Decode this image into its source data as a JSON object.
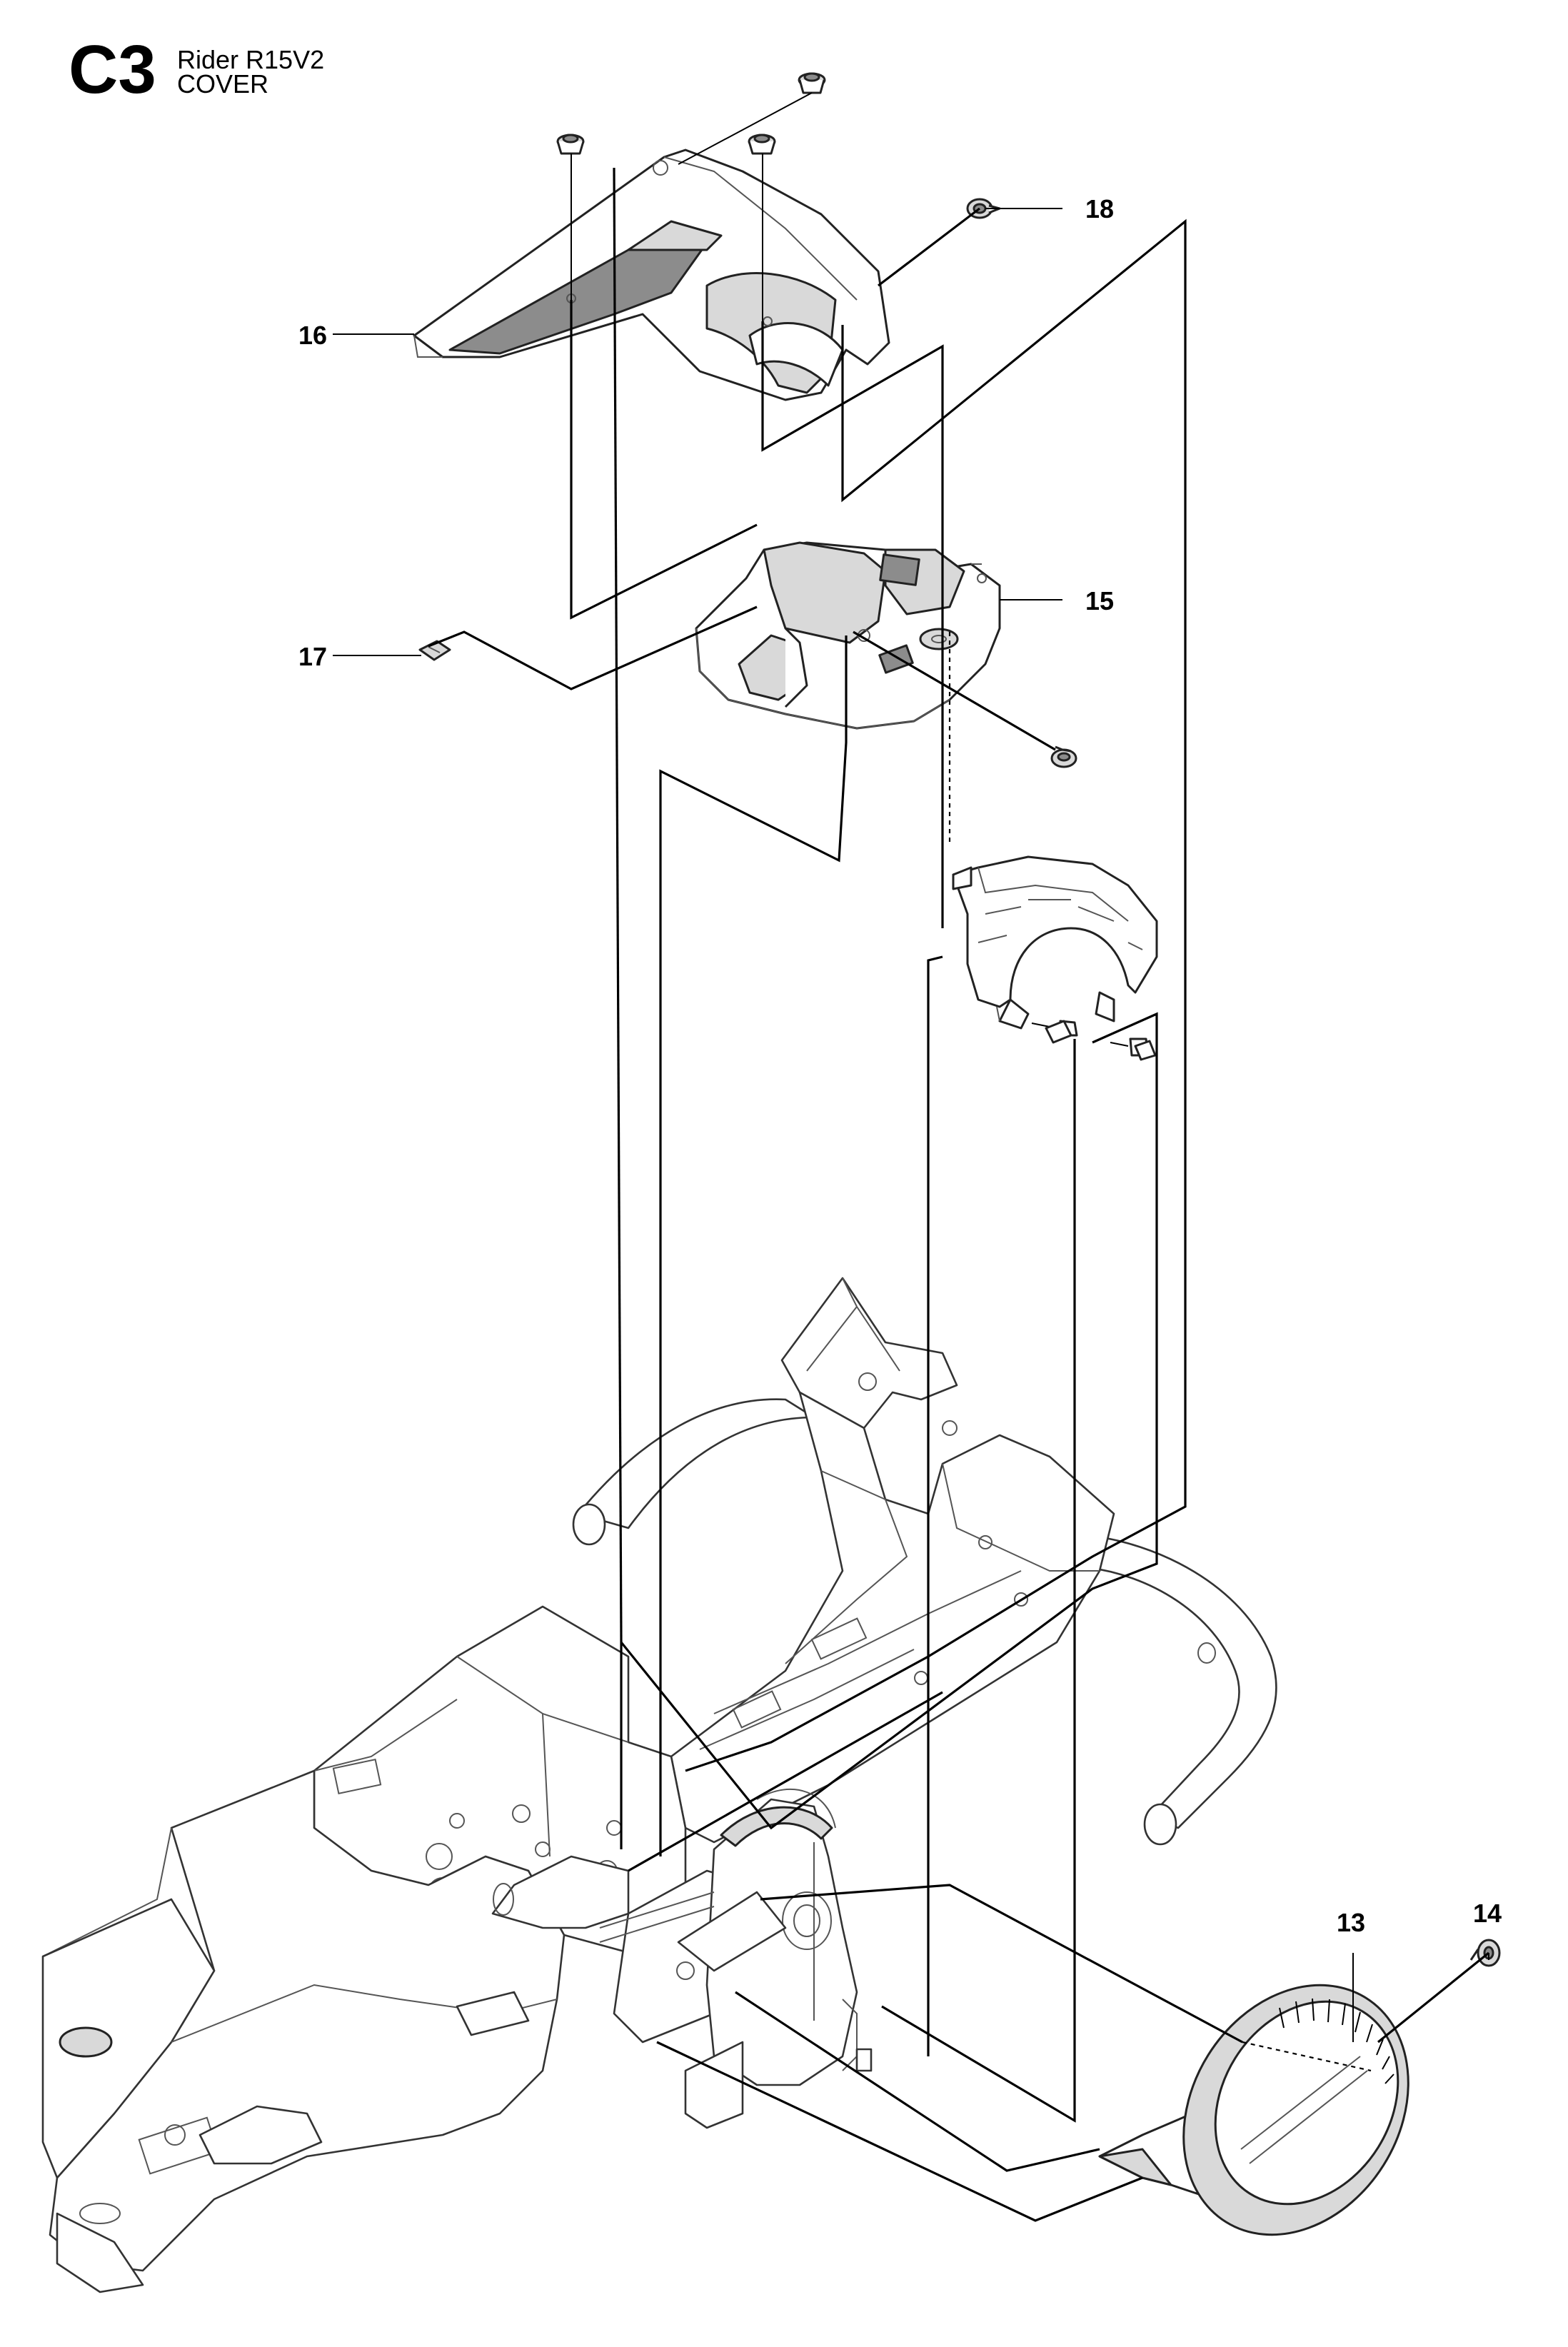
{
  "header": {
    "code": "C3",
    "model": "Rider R15V2",
    "section": "COVER"
  },
  "callouts": [
    {
      "id": "callout-13",
      "label": "13"
    },
    {
      "id": "callout-14",
      "label": "14"
    },
    {
      "id": "callout-15",
      "label": "15"
    },
    {
      "id": "callout-16",
      "label": "16"
    },
    {
      "id": "callout-17",
      "label": "17"
    },
    {
      "id": "callout-18",
      "label": "18"
    }
  ]
}
